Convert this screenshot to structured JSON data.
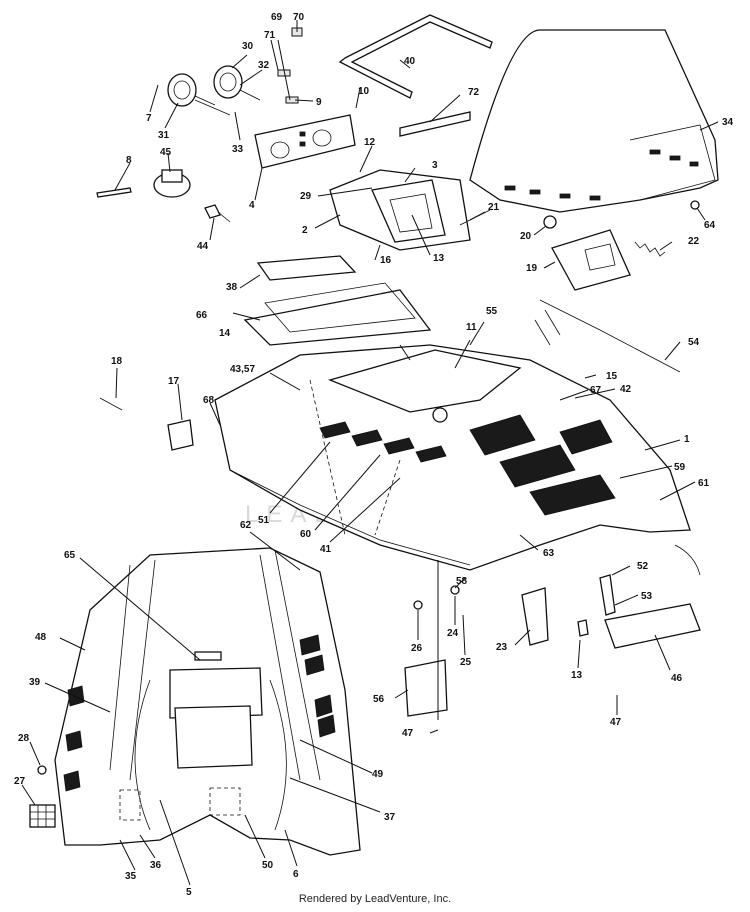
{
  "watermark": "LEADVENTURE",
  "footer": "Rendered by LeadVenture, Inc.",
  "callouts": [
    "69",
    "70",
    "71",
    "30",
    "32",
    "7",
    "9",
    "31",
    "33",
    "10",
    "40",
    "72",
    "34",
    "8",
    "45",
    "4",
    "12",
    "3",
    "29",
    "21",
    "64",
    "20",
    "22",
    "2",
    "44",
    "16",
    "13",
    "19",
    "38",
    "66",
    "14",
    "55",
    "11",
    "54",
    "18",
    "43,57",
    "15",
    "17",
    "68",
    "67",
    "42",
    "1",
    "59",
    "61",
    "51",
    "60",
    "41",
    "62",
    "65",
    "63",
    "52",
    "53",
    "58",
    "48",
    "26",
    "24",
    "23",
    "13",
    "46",
    "39",
    "25",
    "56",
    "47",
    "47",
    "28",
    "27",
    "49",
    "37",
    "35",
    "36",
    "5",
    "50",
    "6"
  ]
}
